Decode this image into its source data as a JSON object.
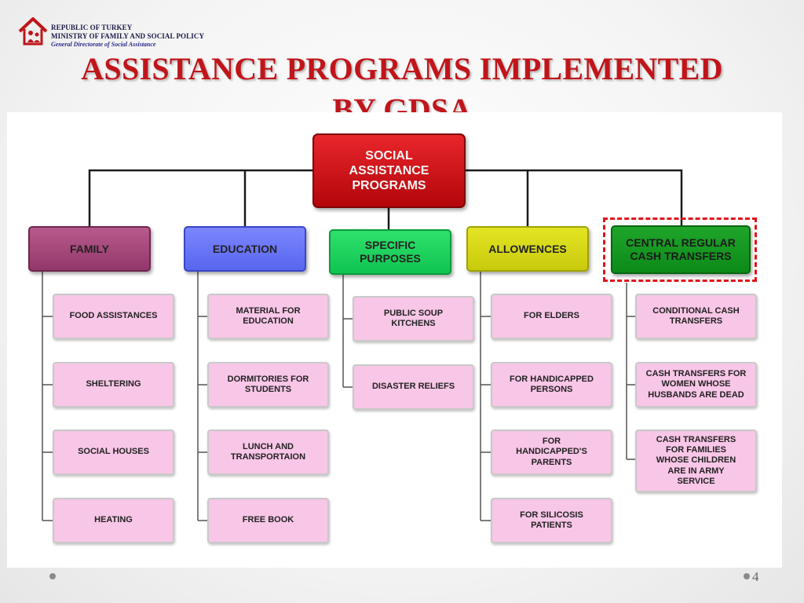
{
  "header": {
    "ministry_line1": "REPUBLIC OF TURKEY",
    "ministry_line2": "MINISTRY OF FAMILY AND SOCIAL POLICY",
    "ministry_line3": "General Directorate of Social Assistance",
    "title_line1": "ASSISTANCE PROGRAMS IMPLEMENTED",
    "title_line2": "BY GDSA"
  },
  "colors": {
    "title": "#c0151a",
    "root": "#d1151b",
    "highlight": "#e1141a"
  },
  "chart": {
    "root": {
      "line1": "SOCIAL",
      "line2": "ASSISTANCE",
      "line3": "PROGRAMS"
    },
    "categories": [
      {
        "label": "FAMILY",
        "color": "#a3477a",
        "items": [
          "FOOD ASSISTANCES",
          "SHELTERING",
          "SOCIAL HOUSES",
          "HEATING"
        ]
      },
      {
        "label": "EDUCATION",
        "color": "#6874f6",
        "items": [
          "MATERIAL FOR EDUCATION",
          "DORMITORIES FOR STUDENTS",
          "LUNCH AND TRANSPORTAION",
          "FREE BOOK"
        ]
      },
      {
        "label": "SPECIFIC PURPOSES",
        "color": "#1fd25e",
        "items": [
          "PUBLIC SOUP KITCHENS",
          "DISASTER RELIEFS"
        ]
      },
      {
        "label": "ALLOWENCES",
        "color": "#d4d617",
        "items": [
          "FOR ELDERS",
          "FOR HANDICAPPED PERSONS",
          "FOR HANDICAPPED'S PARENTS",
          "FOR SILICOSIS PATIENTS"
        ]
      },
      {
        "label": "CENTRAL REGULAR CASH TRANSFERS",
        "color": "#16982a",
        "highlighted": true,
        "items": [
          "CONDITIONAL CASH TRANSFERS",
          "CASH TRANSFERS FOR WOMEN WHOSE HUSBANDS ARE DEAD",
          "CASH TRANSFERS FOR FAMILIES WHOSE CHILDREN ARE IN ARMY SERVICE"
        ]
      }
    ]
  },
  "footer": {
    "page_number": "4"
  }
}
